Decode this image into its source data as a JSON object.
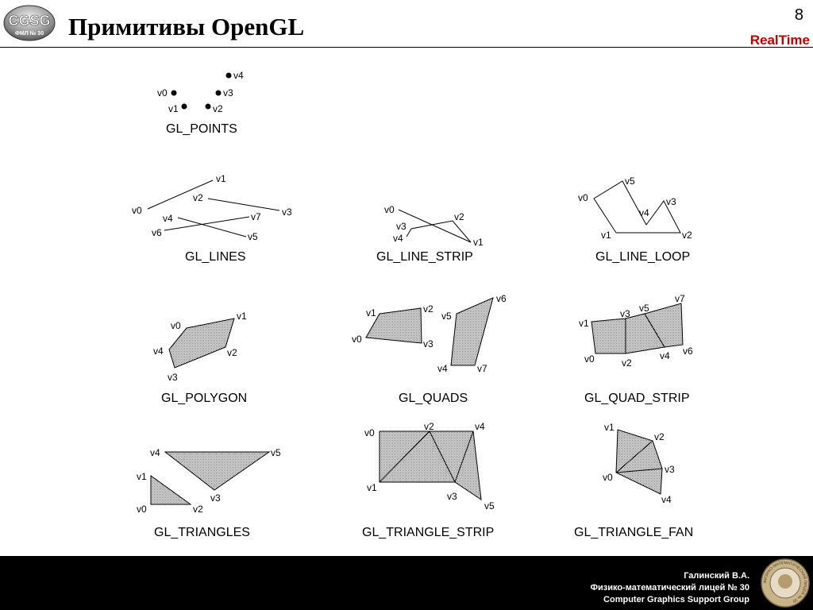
{
  "header": {
    "logo_text": "CGSG",
    "logo_subtext": "ФМЛ № 30",
    "title": "Примитивы OpenGL",
    "page_number": "8",
    "brand": "RealTime"
  },
  "primitives": [
    {
      "caption": "GL_POINTS",
      "labels": [
        "v4",
        "v0",
        "v3",
        "v1",
        "v2"
      ]
    },
    {
      "caption": "GL_LINES",
      "labels": [
        "v1",
        "v2",
        "v0",
        "v3",
        "v4",
        "v7",
        "v6",
        "v5"
      ]
    },
    {
      "caption": "GL_LINE_STRIP",
      "labels": [
        "v0",
        "v2",
        "v3",
        "v4",
        "v1"
      ]
    },
    {
      "caption": "GL_LINE_LOOP",
      "labels": [
        "v5",
        "v0",
        "v3",
        "v4",
        "v1",
        "v2"
      ]
    },
    {
      "caption": "GL_POLYGON",
      "labels": [
        "v1",
        "v0",
        "v4",
        "v2",
        "v3"
      ]
    },
    {
      "caption": "GL_QUADS",
      "labels": [
        "v1",
        "v2",
        "v0",
        "v3",
        "v6",
        "v5",
        "v4",
        "v7"
      ]
    },
    {
      "caption": "GL_QUAD_STRIP",
      "labels": [
        "v7",
        "v3",
        "v5",
        "v1",
        "v0",
        "v2",
        "v4",
        "v6"
      ]
    },
    {
      "caption": "GL_TRIANGLES",
      "labels": [
        "v4",
        "v5",
        "v1",
        "v0",
        "v2",
        "v3"
      ]
    },
    {
      "caption": "GL_TRIANGLE_STRIP",
      "labels": [
        "v0",
        "v2",
        "v4",
        "v1",
        "v3",
        "v5"
      ]
    },
    {
      "caption": "GL_TRIANGLE_FAN",
      "labels": [
        "v1",
        "v2",
        "v3",
        "v0",
        "v4"
      ]
    }
  ],
  "footer": {
    "author": "Галинский В.А.",
    "school": "Физико-математический лицей № 30",
    "group": "Computer Graphics Support Group"
  },
  "seal_text": "ФИЗИКО-МАТЕМАТИЧЕСКИЙ ЛИЦЕЙ № 30",
  "colors": {
    "brand": "#c00000",
    "footer_bg": "#000000",
    "fill_pattern": "#888888"
  }
}
